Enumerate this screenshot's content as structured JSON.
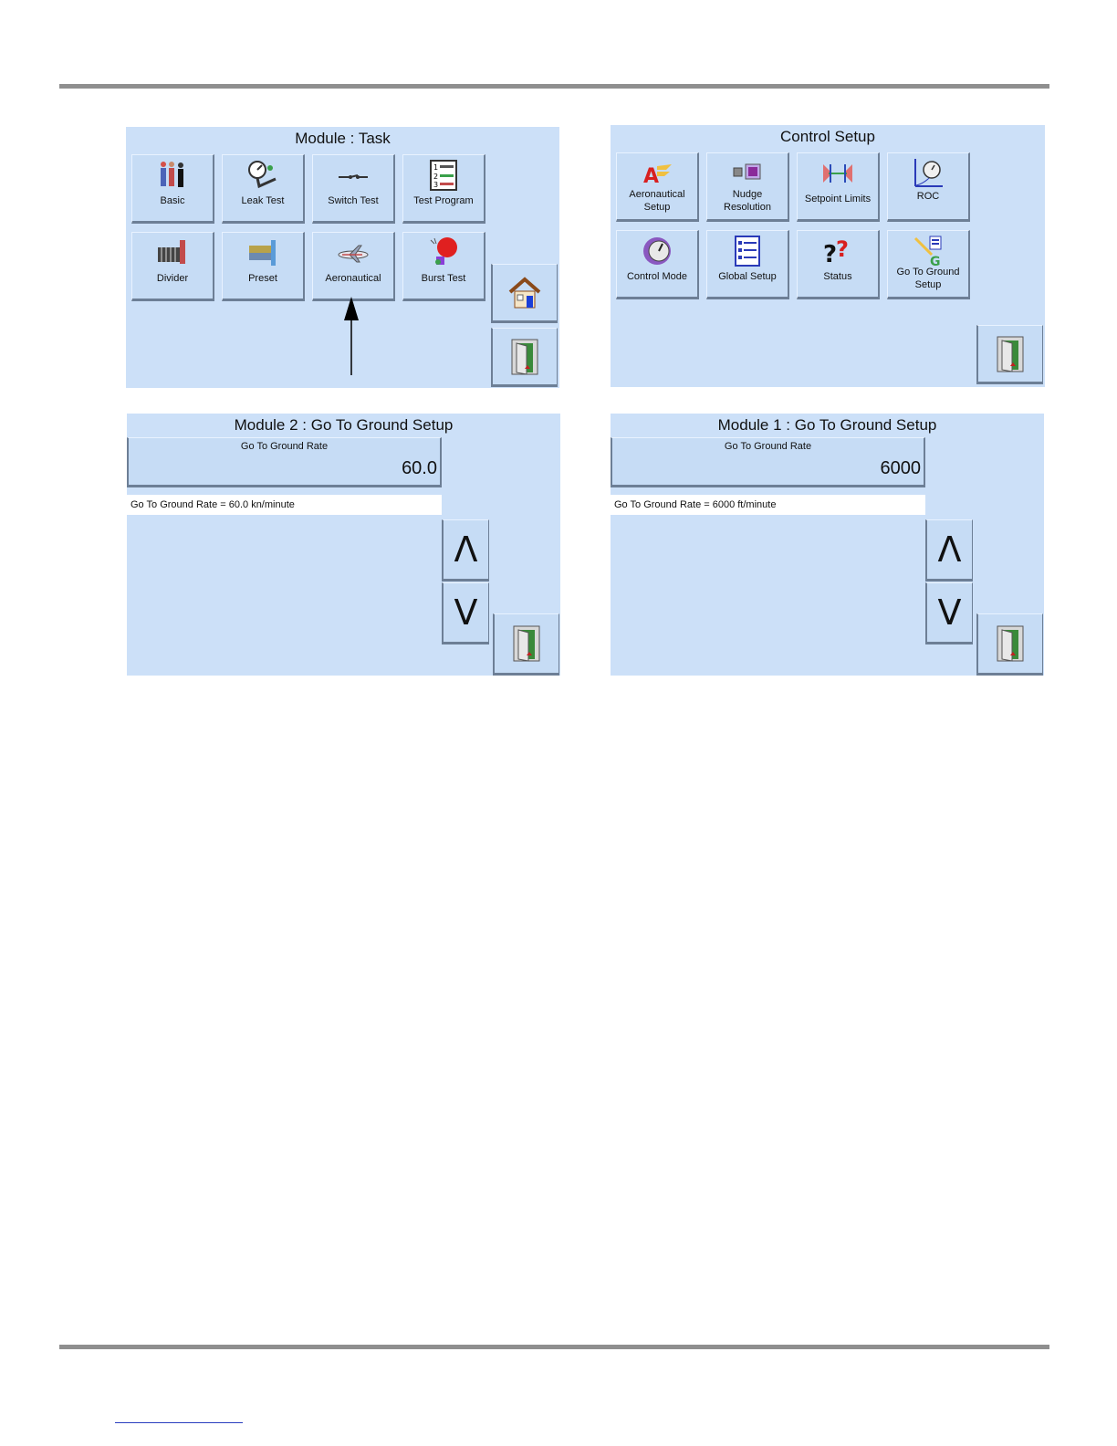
{
  "screen_task": {
    "title": "Module : Task",
    "tiles": [
      {
        "label": "Basic",
        "icon": "people-icon"
      },
      {
        "label": "Leak Test",
        "icon": "gauge-icon"
      },
      {
        "label": "Switch Test",
        "icon": "switch-icon"
      },
      {
        "label": "Test Program",
        "icon": "checklist-icon"
      },
      {
        "label": "Divider",
        "icon": "divider-icon"
      },
      {
        "label": "Preset",
        "icon": "preset-icon"
      },
      {
        "label": "Aeronautical",
        "icon": "airplane-icon"
      },
      {
        "label": "Burst Test",
        "icon": "balloon-icon"
      }
    ],
    "home_icon": "home-icon",
    "exit_icon": "exit-door-icon"
  },
  "screen_control": {
    "title": "Control Setup",
    "tiles": [
      {
        "line1": "Aeronautical",
        "line2": "Setup",
        "icon": "aero-setup-icon"
      },
      {
        "line1": "Nudge",
        "line2": "Resolution",
        "icon": "nudge-icon"
      },
      {
        "line1": "Setpoint Limits",
        "line2": "",
        "icon": "limits-icon"
      },
      {
        "line1": "ROC",
        "line2": "",
        "icon": "roc-icon"
      },
      {
        "line1": "Control Mode",
        "line2": "",
        "icon": "knob-icon"
      },
      {
        "line1": "Global Setup",
        "line2": "",
        "icon": "list-icon"
      },
      {
        "line1": "Status",
        "line2": "",
        "icon": "question-icon"
      },
      {
        "line1": "Go To Ground",
        "line2": "Setup",
        "icon": "ground-icon"
      }
    ],
    "exit_icon": "exit-door-icon"
  },
  "screen_m2": {
    "title": "Module 2 : Go To Ground Setup",
    "field_label": "Go To Ground Rate",
    "field_value": "60.0",
    "info": "Go To Ground Rate = 60.0 kn/minute"
  },
  "screen_m1": {
    "title": "Module 1 : Go To Ground Setup",
    "field_label": "Go To Ground Rate",
    "field_value": "6000",
    "info": "Go To Ground Rate = 6000 ft/minute"
  },
  "up_glyph": "Λ",
  "down_glyph": "V"
}
